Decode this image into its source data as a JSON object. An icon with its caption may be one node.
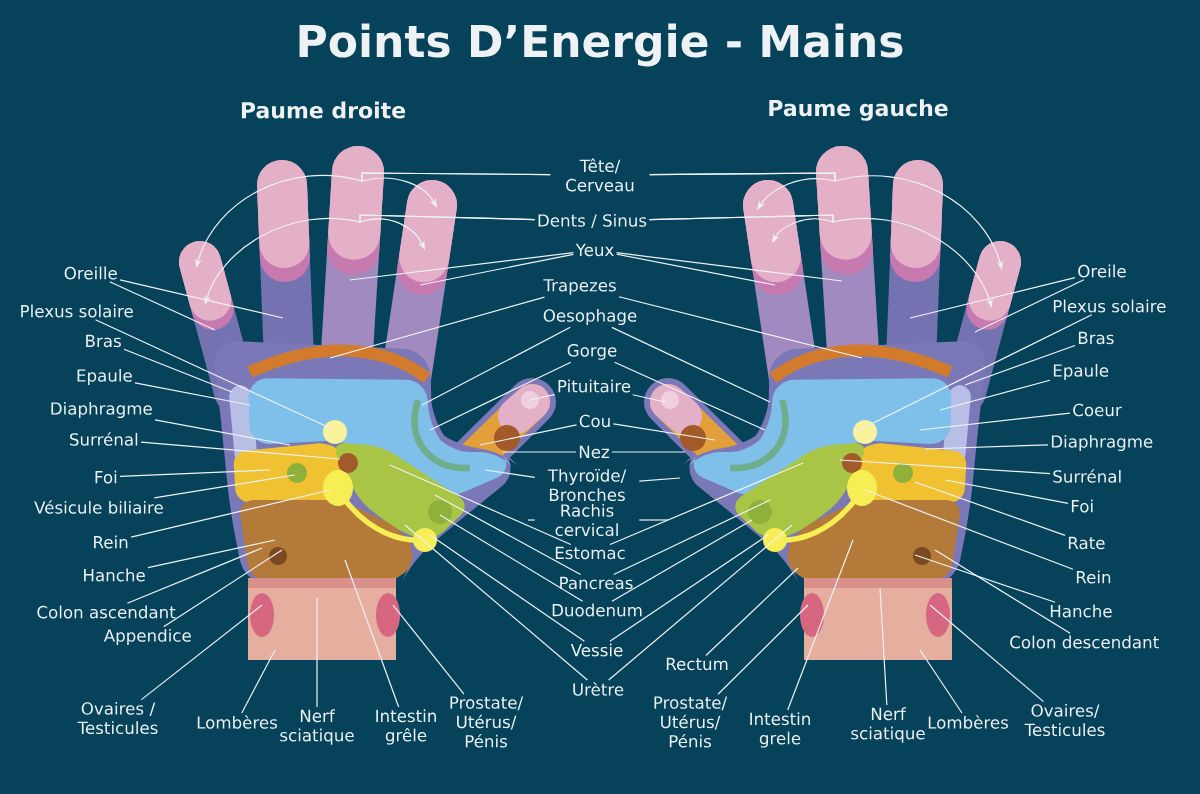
{
  "diagram": {
    "title": "Points D’Energie - Mains",
    "nodes": [
      {
        "text": [
          "Oreille"
        ]
      },
      {
        "text": [
          "Plexus solaire"
        ]
      },
      {
        "text": [
          "Bras"
        ]
      },
      {
        "text": [
          "Epaule"
        ]
      },
      {
        "text": [
          "Diaphragme"
        ]
      },
      {
        "text": [
          "Surrénal"
        ]
      },
      {
        "text": [
          "Foi"
        ]
      },
      {
        "text": [
          "Vésicule biliaire"
        ]
      },
      {
        "text": [
          "Rein"
        ]
      },
      {
        "text": [
          "Hanche"
        ]
      },
      {
        "text": [
          "Colon ascendant"
        ]
      },
      {
        "text": [
          "Appendice"
        ]
      },
      {
        "text": [
          "Ovaires / Testicules"
        ]
      },
      {
        "text": [
          "Lombères"
        ]
      },
      {
        "text": [
          "Nerf sciatique"
        ]
      },
      {
        "text": [
          "Intestin grêle"
        ]
      },
      {
        "text": [
          "Prostate/ Utérus/ Pénis"
        ]
      },
      {
        "text": [
          "Tête/ Cerveau"
        ]
      },
      {
        "text": [
          "Dents / Sinus"
        ]
      },
      {
        "text": [
          "Yeux"
        ]
      },
      {
        "text": [
          "Trapezes"
        ]
      },
      {
        "text": [
          "Oesophage"
        ]
      },
      {
        "text": [
          "Gorge"
        ]
      },
      {
        "text": [
          "Pituitaire"
        ]
      },
      {
        "text": [
          "Cou"
        ]
      },
      {
        "text": [
          "Nez"
        ]
      },
      {
        "text": [
          "Thyroïde/ Bronches"
        ]
      },
      {
        "text": [
          "Rachis cervical"
        ]
      },
      {
        "text": [
          "Estomac"
        ]
      },
      {
        "text": [
          "Pancreas"
        ]
      },
      {
        "text": [
          "Duodenum"
        ]
      },
      {
        "text": [
          "Vessie"
        ]
      },
      {
        "text": [
          "Urètre"
        ]
      },
      {
        "text": [
          "Rectum"
        ]
      },
      {
        "text": [
          "Oreile"
        ]
      },
      {
        "text": [
          "Plexus solaire"
        ]
      },
      {
        "text": [
          "Bras"
        ]
      },
      {
        "text": [
          "Epaule"
        ]
      },
      {
        "text": [
          "Coeur"
        ]
      },
      {
        "text": [
          "Diaphragme"
        ]
      },
      {
        "text": [
          "Surrénal"
        ]
      },
      {
        "text": [
          "Foi"
        ]
      },
      {
        "text": [
          "Rate"
        ]
      },
      {
        "text": [
          "Rein"
        ]
      },
      {
        "text": [
          "Hanche"
        ]
      },
      {
        "text": [
          "Colon descendant"
        ]
      },
      {
        "text": [
          "Ovaires/ Testicules"
        ]
      },
      {
        "text": [
          "Lombères"
        ]
      },
      {
        "text": [
          "Nerf sciatique"
        ]
      },
      {
        "text": [
          "Intestin grele"
        ]
      },
      {
        "text": [
          "Prostate/ Utérus/ Pénis"
        ]
      }
    ],
    "edges": [
      {
        "from": 0,
        "to": null,
        "arrow": "none"
      },
      {
        "from": 0,
        "to": null,
        "arrow": "none"
      },
      {
        "from": 1,
        "to": null,
        "arrow": "none"
      },
      {
        "from": 2,
        "to": null,
        "arrow": "none"
      },
      {
        "from": 3,
        "to": null,
        "arrow": "none"
      },
      {
        "from": 4,
        "to": null,
        "arrow": "none"
      },
      {
        "from": 5,
        "to": null,
        "arrow": "none"
      },
      {
        "from": 6,
        "to": null,
        "arrow": "none"
      },
      {
        "from": 7,
        "to": null,
        "arrow": "none"
      },
      {
        "from": 8,
        "to": null,
        "arrow": "none"
      },
      {
        "from": 9,
        "to": null,
        "arrow": "none"
      },
      {
        "from": 10,
        "to": null,
        "arrow": "none"
      },
      {
        "from": 11,
        "to": null,
        "arrow": "none"
      },
      {
        "from": 12,
        "to": null,
        "arrow": "none"
      },
      {
        "from": 13,
        "to": null,
        "arrow": "none"
      },
      {
        "from": 14,
        "to": null,
        "arrow": "none"
      },
      {
        "from": 15,
        "to": null,
        "arrow": "none"
      },
      {
        "from": 16,
        "to": null,
        "arrow": "none"
      },
      {
        "from": 17,
        "to": null,
        "arrow": "to"
      },
      {
        "from": 17,
        "to": null,
        "arrow": "to"
      },
      {
        "from": 17,
        "to": null,
        "arrow": "to"
      },
      {
        "from": 17,
        "to": null,
        "arrow": "to"
      },
      {
        "from": 18,
        "to": null,
        "arrow": "to"
      },
      {
        "from": 18,
        "to": null,
        "arrow": "to"
      },
      {
        "from": 18,
        "to": null,
        "arrow": "to"
      },
      {
        "from": 18,
        "to": null,
        "arrow": "to"
      },
      {
        "from": 19,
        "to": null,
        "arrow": "none"
      },
      {
        "from": 19,
        "to": null,
        "arrow": "none"
      },
      {
        "from": 19,
        "to": null,
        "arrow": "none"
      },
      {
        "from": 19,
        "to": null,
        "arrow": "none"
      },
      {
        "from": 20,
        "to": null,
        "arrow": "none"
      },
      {
        "from": 20,
        "to": null,
        "arrow": "none"
      },
      {
        "from": 21,
        "to": null,
        "arrow": "none"
      },
      {
        "from": 21,
        "to": null,
        "arrow": "none"
      },
      {
        "from": 22,
        "to": null,
        "arrow": "none"
      },
      {
        "from": 22,
        "to": null,
        "arrow": "none"
      },
      {
        "from": 23,
        "to": null,
        "arrow": "none"
      },
      {
        "from": 23,
        "to": null,
        "arrow": "none"
      },
      {
        "from": 24,
        "to": null,
        "arrow": "none"
      },
      {
        "from": 24,
        "to": null,
        "arrow": "none"
      },
      {
        "from": 25,
        "to": null,
        "arrow": "none"
      },
      {
        "from": 25,
        "to": null,
        "arrow": "none"
      },
      {
        "from": 26,
        "to": null,
        "arrow": "none"
      },
      {
        "from": 26,
        "to": null,
        "arrow": "none"
      },
      {
        "from": 27,
        "to": null,
        "arrow": "none"
      },
      {
        "from": 27,
        "to": null,
        "arrow": "none"
      },
      {
        "from": 28,
        "to": null,
        "arrow": "none"
      },
      {
        "from": 28,
        "to": null,
        "arrow": "none"
      },
      {
        "from": 29,
        "to": null,
        "arrow": "none"
      },
      {
        "from": 29,
        "to": null,
        "arrow": "none"
      },
      {
        "from": 30,
        "to": null,
        "arrow": "none"
      },
      {
        "from": 30,
        "to": null,
        "arrow": "none"
      },
      {
        "from": 31,
        "to": null,
        "arrow": "none"
      },
      {
        "from": 31,
        "to": null,
        "arrow": "none"
      },
      {
        "from": 32,
        "to": null,
        "arrow": "none"
      },
      {
        "from": 32,
        "to": null,
        "arrow": "none"
      },
      {
        "from": 33,
        "to": null,
        "arrow": "none"
      },
      {
        "from": 34,
        "to": null,
        "arrow": "none"
      },
      {
        "from": 34,
        "to": null,
        "arrow": "none"
      },
      {
        "from": 35,
        "to": null,
        "arrow": "none"
      },
      {
        "from": 36,
        "to": null,
        "arrow": "none"
      },
      {
        "from": 37,
        "to": null,
        "arrow": "none"
      },
      {
        "from": 38,
        "to": null,
        "arrow": "none"
      },
      {
        "from": 39,
        "to": null,
        "arrow": "none"
      },
      {
        "from": 40,
        "to": null,
        "arrow": "none"
      },
      {
        "from": 41,
        "to": null,
        "arrow": "none"
      },
      {
        "from": 42,
        "to": null,
        "arrow": "none"
      },
      {
        "from": 43,
        "to": null,
        "arrow": "none"
      },
      {
        "from": 44,
        "to": null,
        "arrow": "none"
      },
      {
        "from": 45,
        "to": null,
        "arrow": "none"
      },
      {
        "from": 46,
        "to": null,
        "arrow": "none"
      },
      {
        "from": 47,
        "to": null,
        "arrow": "none"
      },
      {
        "from": 48,
        "to": null,
        "arrow": "none"
      },
      {
        "from": 49,
        "to": null,
        "arrow": "none"
      },
      {
        "from": 50,
        "to": null,
        "arrow": "none"
      }
    ],
    "labels": [
      "Paume droite",
      "Paume gauche"
    ]
  }
}
